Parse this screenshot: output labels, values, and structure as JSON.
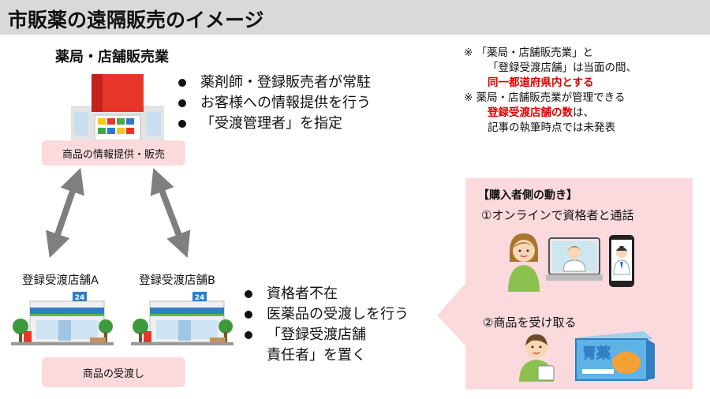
{
  "title": "市販薬の遠隔販売のイメージ",
  "pharmacy": {
    "heading": "薬局・店舗販売業",
    "bullets": [
      "薬剤師・登録販売者が常駐",
      "お客様への情報提供を行う",
      "「受渡管理者」を指定"
    ],
    "role_label": "商品の情報提供・販売"
  },
  "notes": {
    "line1": "※ 「薬局・店舗販売業」と",
    "line2": "「登録受渡店舗」は当面の間、",
    "line3": "同一都道府県内とする",
    "line4": "※ 薬局・店舗販売業が管理できる",
    "line5_red": "登録受渡店舗の数",
    "line5_rest": "は、",
    "line6": "記事の執筆時点では未発表"
  },
  "stores": {
    "a_label": "登録受渡店舗A",
    "b_label": "登録受渡店舗B",
    "sign_text": "24",
    "bullets": [
      "資格者不在",
      "医薬品の受渡しを行う",
      "「登録受渡店舗",
      "責任者」を置く"
    ],
    "role_label": "商品の受渡し"
  },
  "buyer": {
    "title": "【購入者側の動き】",
    "step1": "①オンラインで資格者と通話",
    "step2": "②商品を受け取る",
    "package_text": "胃薬"
  },
  "colors": {
    "pink": "#fadadd",
    "red_note": "#e00000",
    "pharmacy_red": "#e8352a",
    "store_blue": "#2f7ec4"
  }
}
